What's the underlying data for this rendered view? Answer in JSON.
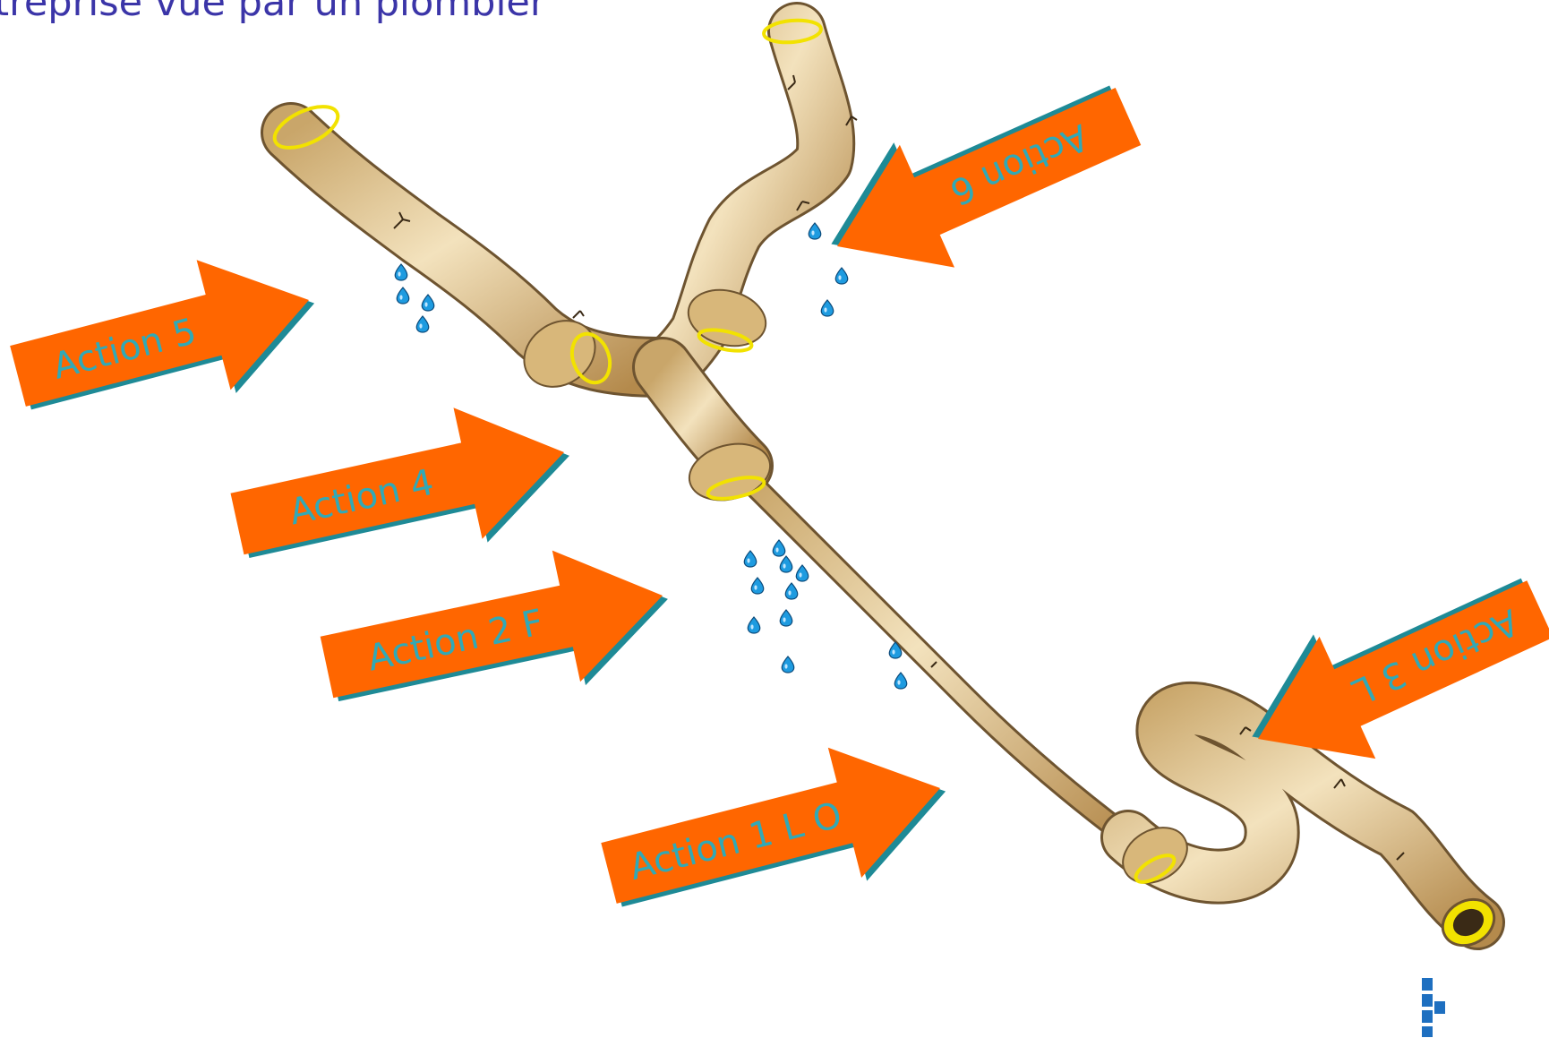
{
  "title": "ntreprise vue par un plombier",
  "arrows": [
    {
      "label": "Action 5"
    },
    {
      "label": "Action 4"
    },
    {
      "label": "Action 2 F"
    },
    {
      "label": "Action 1 L O"
    },
    {
      "label": "Action 3 L"
    },
    {
      "label": "Action 6"
    }
  ],
  "colors": {
    "arrow": "#ff6600",
    "arrow_shadow": "#1e8a96",
    "arrow_text": "#31a9b6",
    "pipe": "#e2c48c",
    "pipe_ring": "#f2e200",
    "water": "#1e9be0",
    "title": "#3b35a8"
  },
  "icons": [
    "pipe-illustration",
    "water-drop-icon",
    "arrow-icon"
  ]
}
